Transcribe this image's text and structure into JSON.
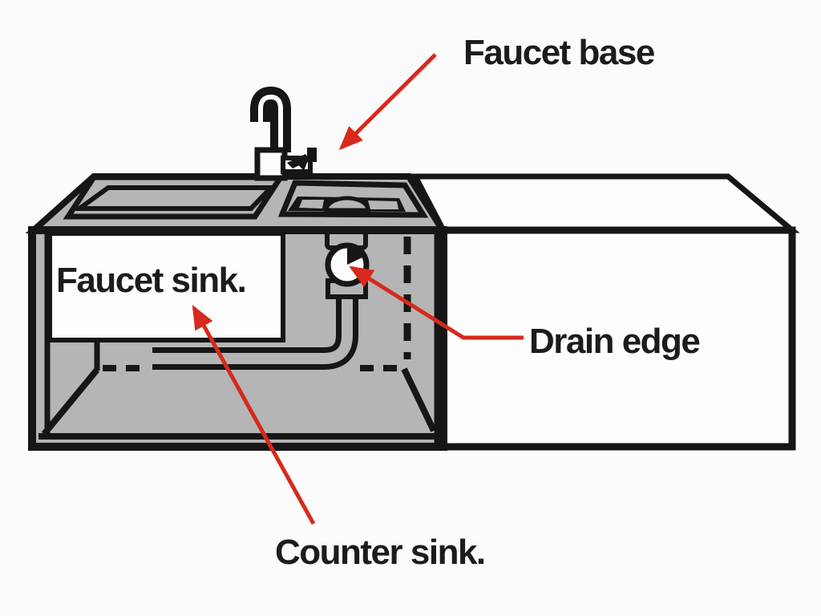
{
  "diagram": {
    "type": "sink-counter-cutaway-schematic",
    "colors": {
      "bg": "#fbfbfb",
      "fill_white": "#fdfdfd",
      "fill_gray": "#b5b5b5",
      "outline": "#161616",
      "arrow_red": "#d7291c",
      "text": "#1c1c1c"
    },
    "labels": [
      {
        "id": "faucet-base",
        "text": "Faucet base"
      },
      {
        "id": "faucet-sink",
        "text": "Faucet sink."
      },
      {
        "id": "drain-edge",
        "text": "Drain edge"
      },
      {
        "id": "counter-sink",
        "text": "Counter sink."
      }
    ]
  }
}
